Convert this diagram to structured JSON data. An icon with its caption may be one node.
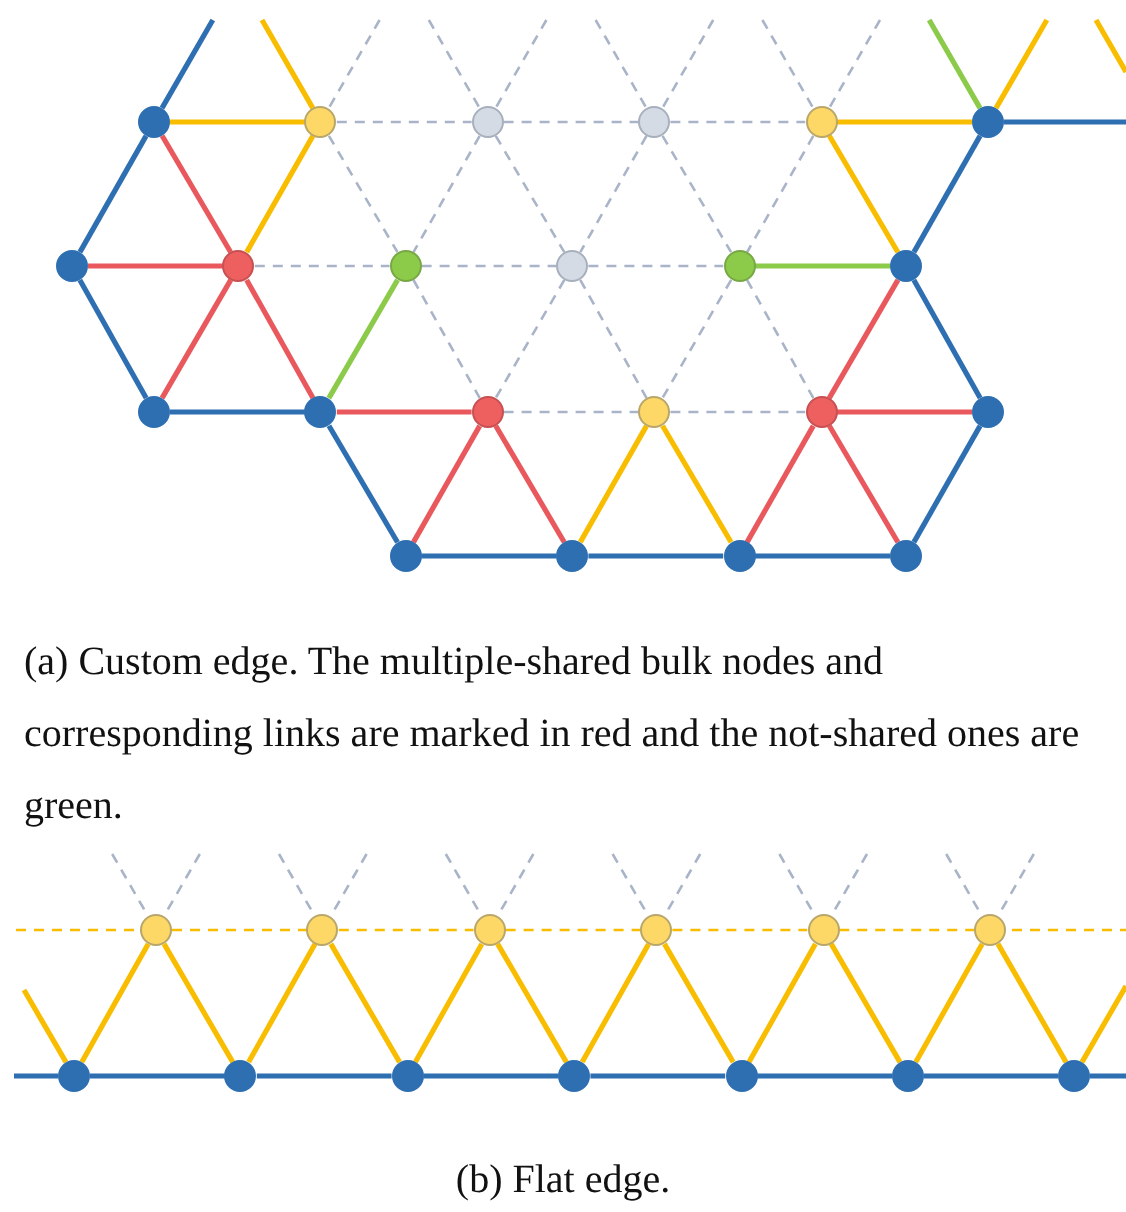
{
  "diagram": {
    "nodes": [
      {
        "text": [],
        "shape": "circle"
      },
      {
        "text": [],
        "shape": "circle"
      },
      {
        "text": [],
        "shape": "circle"
      },
      {
        "text": [],
        "shape": "circle"
      },
      {
        "text": [],
        "shape": "circle"
      },
      {
        "text": [],
        "shape": "circle"
      },
      {
        "text": [],
        "shape": "circle"
      },
      {
        "text": [],
        "shape": "circle"
      },
      {
        "text": [],
        "shape": "circle"
      },
      {
        "text": [],
        "shape": "circle"
      },
      {
        "text": [],
        "shape": "circle"
      },
      {
        "text": [],
        "shape": "circle"
      },
      {
        "text": [],
        "shape": "circle"
      },
      {
        "text": [],
        "shape": "circle"
      },
      {
        "text": [],
        "shape": "circle"
      },
      {
        "text": [],
        "shape": "circle"
      },
      {
        "text": [],
        "shape": "circle"
      },
      {
        "text": [],
        "shape": "circle"
      },
      {
        "text": [],
        "shape": "circle"
      },
      {
        "text": [],
        "shape": "circle"
      },
      {
        "text": [],
        "shape": "circle"
      },
      {
        "text": [],
        "shape": "circle"
      },
      {
        "text": [],
        "shape": "circle"
      },
      {
        "text": [],
        "shape": "circle"
      },
      {
        "text": [],
        "shape": "circle"
      },
      {
        "text": [],
        "shape": "circle"
      },
      {
        "text": [],
        "shape": "circle"
      },
      {
        "text": [],
        "shape": "circle"
      },
      {
        "text": [],
        "shape": "circle"
      },
      {
        "text": [],
        "shape": "circle"
      },
      {
        "text": [],
        "shape": "circle"
      },
      {
        "text": [],
        "shape": "circle"
      },
      {
        "text": [],
        "shape": "circle"
      },
      {
        "text": [],
        "shape": "circle"
      },
      {
        "text": [],
        "shape": "circle"
      }
    ],
    "edges": [
      {
        "from": 0,
        "to": 1,
        "arrow": "none",
        "color": "#f9bd00"
      },
      {
        "from": 1,
        "to": 2,
        "arrow": "none",
        "style": "dashed"
      },
      {
        "from": 2,
        "to": 3,
        "arrow": "none",
        "style": "dashed"
      },
      {
        "from": 3,
        "to": 4,
        "arrow": "none",
        "style": "dashed"
      },
      {
        "from": 4,
        "to": 5,
        "arrow": "none",
        "color": "#f9bd00"
      },
      {
        "from": 0,
        "to": 6,
        "arrow": "none",
        "color": "#2e6fb2"
      },
      {
        "from": 0,
        "to": 7,
        "arrow": "none",
        "color": "#e8585c"
      },
      {
        "from": 1,
        "to": 7,
        "arrow": "none",
        "color": "#f9bd00"
      },
      {
        "from": 1,
        "to": 8,
        "arrow": "none",
        "style": "dashed"
      },
      {
        "from": 2,
        "to": 8,
        "arrow": "none",
        "style": "dashed"
      },
      {
        "from": 2,
        "to": 9,
        "arrow": "none",
        "style": "dashed"
      },
      {
        "from": 3,
        "to": 9,
        "arrow": "none",
        "style": "dashed"
      },
      {
        "from": 3,
        "to": 10,
        "arrow": "none",
        "style": "dashed"
      },
      {
        "from": 4,
        "to": 10,
        "arrow": "none",
        "style": "dashed"
      },
      {
        "from": 4,
        "to": 11,
        "arrow": "none",
        "color": "#f9bd00"
      },
      {
        "from": 5,
        "to": 11,
        "arrow": "none",
        "color": "#2e6fb2"
      },
      {
        "from": 6,
        "to": 7,
        "arrow": "none",
        "color": "#e8585c"
      },
      {
        "from": 7,
        "to": 8,
        "arrow": "none",
        "style": "dashed"
      },
      {
        "from": 8,
        "to": 9,
        "arrow": "none",
        "style": "dashed"
      },
      {
        "from": 9,
        "to": 10,
        "arrow": "none",
        "style": "dashed"
      },
      {
        "from": 10,
        "to": 11,
        "arrow": "none",
        "color": "#8cca4a"
      },
      {
        "from": 6,
        "to": 12,
        "arrow": "none",
        "color": "#2e6fb2"
      },
      {
        "from": 7,
        "to": 12,
        "arrow": "none",
        "color": "#e8585c"
      },
      {
        "from": 7,
        "to": 13,
        "arrow": "none",
        "color": "#e8585c"
      },
      {
        "from": 8,
        "to": 13,
        "arrow": "none",
        "color": "#8cca4a"
      },
      {
        "from": 8,
        "to": 14,
        "arrow": "none",
        "style": "dashed"
      },
      {
        "from": 9,
        "to": 14,
        "arrow": "none",
        "style": "dashed"
      },
      {
        "from": 9,
        "to": 15,
        "arrow": "none",
        "style": "dashed"
      },
      {
        "from": 10,
        "to": 15,
        "arrow": "none",
        "style": "dashed"
      },
      {
        "from": 10,
        "to": 16,
        "arrow": "none",
        "style": "dashed"
      },
      {
        "from": 11,
        "to": 16,
        "arrow": "none",
        "color": "#e8585c"
      },
      {
        "from": 11,
        "to": 17,
        "arrow": "none",
        "color": "#2e6fb2"
      },
      {
        "from": 12,
        "to": 13,
        "arrow": "none",
        "color": "#2e6fb2"
      },
      {
        "from": 13,
        "to": 14,
        "arrow": "none",
        "color": "#e8585c"
      },
      {
        "from": 14,
        "to": 15,
        "arrow": "none",
        "style": "dashed"
      },
      {
        "from": 15,
        "to": 16,
        "arrow": "none",
        "style": "dashed"
      },
      {
        "from": 16,
        "to": 17,
        "arrow": "none",
        "color": "#e8585c"
      },
      {
        "from": 13,
        "to": 18,
        "arrow": "none",
        "color": "#2e6fb2"
      },
      {
        "from": 14,
        "to": 18,
        "arrow": "none",
        "color": "#e8585c"
      },
      {
        "from": 14,
        "to": 19,
        "arrow": "none",
        "color": "#e8585c"
      },
      {
        "from": 15,
        "to": 19,
        "arrow": "none",
        "color": "#f9bd00"
      },
      {
        "from": 15,
        "to": 20,
        "arrow": "none",
        "color": "#f9bd00"
      },
      {
        "from": 16,
        "to": 20,
        "arrow": "none",
        "color": "#e8585c"
      },
      {
        "from": 16,
        "to": 21,
        "arrow": "none",
        "color": "#e8585c"
      },
      {
        "from": 17,
        "to": 21,
        "arrow": "none",
        "color": "#2e6fb2"
      },
      {
        "from": 18,
        "to": 19,
        "arrow": "none",
        "color": "#2e6fb2"
      },
      {
        "from": 19,
        "to": 20,
        "arrow": "none",
        "color": "#2e6fb2"
      },
      {
        "from": 20,
        "to": 21,
        "arrow": "none",
        "color": "#2e6fb2"
      },
      {
        "from": null,
        "to": 0,
        "arrow": "none",
        "color": "#2e6fb2"
      },
      {
        "from": null,
        "to": 1,
        "arrow": "none",
        "color": "#f9bd00"
      },
      {
        "from": null,
        "to": 1,
        "arrow": "none",
        "style": "dashed"
      },
      {
        "from": null,
        "to": 2,
        "arrow": "none",
        "style": "dashed"
      },
      {
        "from": null,
        "to": 2,
        "arrow": "none",
        "style": "dashed"
      },
      {
        "from": null,
        "to": 3,
        "arrow": "none",
        "style": "dashed"
      },
      {
        "from": null,
        "to": 3,
        "arrow": "none",
        "style": "dashed"
      },
      {
        "from": null,
        "to": 4,
        "arrow": "none",
        "style": "dashed"
      },
      {
        "from": null,
        "to": 4,
        "arrow": "none",
        "style": "dashed"
      },
      {
        "from": null,
        "to": 5,
        "arrow": "none",
        "color": "#8cca4a"
      },
      {
        "from": null,
        "to": 5,
        "arrow": "none",
        "color": "#f9bd00"
      },
      {
        "from": null,
        "to": 5,
        "arrow": "none",
        "color": "#2e6fb2"
      },
      {
        "from": 28,
        "to": 22,
        "arrow": "none",
        "color": "#f9bd00"
      },
      {
        "from": 22,
        "to": 29,
        "arrow": "none",
        "color": "#f9bd00"
      },
      {
        "from": 29,
        "to": 23,
        "arrow": "none",
        "color": "#f9bd00"
      },
      {
        "from": 23,
        "to": 30,
        "arrow": "none",
        "color": "#f9bd00"
      },
      {
        "from": 30,
        "to": 24,
        "arrow": "none",
        "color": "#f9bd00"
      },
      {
        "from": 24,
        "to": 31,
        "arrow": "none",
        "color": "#f9bd00"
      },
      {
        "from": 31,
        "to": 25,
        "arrow": "none",
        "color": "#f9bd00"
      },
      {
        "from": 25,
        "to": 32,
        "arrow": "none",
        "color": "#f9bd00"
      },
      {
        "from": 32,
        "to": 26,
        "arrow": "none",
        "color": "#f9bd00"
      },
      {
        "from": 26,
        "to": 33,
        "arrow": "none",
        "color": "#f9bd00"
      },
      {
        "from": 33,
        "to": 27,
        "arrow": "none",
        "color": "#f9bd00"
      },
      {
        "from": 27,
        "to": 34,
        "arrow": "none",
        "color": "#f9bd00"
      },
      {
        "from": 28,
        "to": 29,
        "arrow": "none",
        "color": "#2e6fb2"
      },
      {
        "from": 29,
        "to": 30,
        "arrow": "none",
        "color": "#2e6fb2"
      },
      {
        "from": 30,
        "to": 31,
        "arrow": "none",
        "color": "#2e6fb2"
      },
      {
        "from": 31,
        "to": 32,
        "arrow": "none",
        "color": "#2e6fb2"
      },
      {
        "from": 32,
        "to": 33,
        "arrow": "none",
        "color": "#2e6fb2"
      },
      {
        "from": 33,
        "to": 34,
        "arrow": "none",
        "color": "#2e6fb2"
      },
      {
        "from": 22,
        "to": 23,
        "arrow": "none",
        "style": "dashed",
        "color": "#f9bd00"
      },
      {
        "from": 23,
        "to": 24,
        "arrow": "none",
        "style": "dashed",
        "color": "#f9bd00"
      },
      {
        "from": 24,
        "to": 25,
        "arrow": "none",
        "style": "dashed",
        "color": "#f9bd00"
      },
      {
        "from": 25,
        "to": 26,
        "arrow": "none",
        "style": "dashed",
        "color": "#f9bd00"
      },
      {
        "from": 26,
        "to": 27,
        "arrow": "none",
        "style": "dashed",
        "color": "#f9bd00"
      },
      {
        "from": null,
        "to": 28,
        "arrow": "none",
        "color": "#f9bd00"
      },
      {
        "from": null,
        "to": 34,
        "arrow": "none",
        "color": "#f9bd00"
      },
      {
        "from": null,
        "to": 28,
        "arrow": "none",
        "color": "#2e6fb2"
      },
      {
        "from": null,
        "to": 34,
        "arrow": "none",
        "color": "#2e6fb2"
      },
      {
        "from": null,
        "to": 22,
        "arrow": "none",
        "style": "dashed",
        "color": "#f9bd00"
      },
      {
        "from": null,
        "to": 27,
        "arrow": "none",
        "style": "dashed",
        "color": "#f9bd00"
      },
      {
        "from": null,
        "to": 22,
        "arrow": "none",
        "style": "dashed"
      },
      {
        "from": null,
        "to": 22,
        "arrow": "none",
        "style": "dashed"
      },
      {
        "from": null,
        "to": 23,
        "arrow": "none",
        "style": "dashed"
      },
      {
        "from": null,
        "to": 23,
        "arrow": "none",
        "style": "dashed"
      },
      {
        "from": null,
        "to": 24,
        "arrow": "none",
        "style": "dashed"
      },
      {
        "from": null,
        "to": 24,
        "arrow": "none",
        "style": "dashed"
      },
      {
        "from": null,
        "to": 25,
        "arrow": "none",
        "style": "dashed"
      },
      {
        "from": null,
        "to": 25,
        "arrow": "none",
        "style": "dashed"
      },
      {
        "from": null,
        "to": 26,
        "arrow": "none",
        "style": "dashed"
      },
      {
        "from": null,
        "to": 26,
        "arrow": "none",
        "style": "dashed"
      },
      {
        "from": null,
        "to": 27,
        "arrow": "none",
        "style": "dashed"
      },
      {
        "from": null,
        "to": 27,
        "arrow": "none",
        "style": "dashed"
      }
    ],
    "labels": [
      "(a) Custom edge. The multiple-shared bulk nodes and corresponding links are marked in red and the not-shared ones are green.",
      "(b) Flat edge."
    ]
  }
}
